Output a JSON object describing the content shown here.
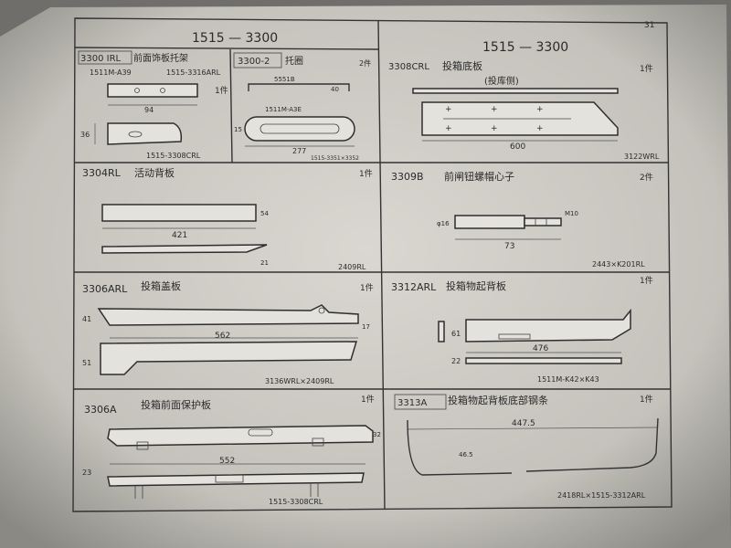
{
  "page_number": "31",
  "header": {
    "left": "1515 — 3300",
    "right": "1515 — 3300"
  },
  "cells": [
    {
      "code": "3300 IRL",
      "title": "前面饰板托架",
      "qty": "1件",
      "labels": {
        "a": "1511M-A39",
        "b": "1515-3316ARL",
        "dim_w": "94",
        "dim_h": "36",
        "footer": "1515-3308CRL"
      }
    },
    {
      "code": "3300-2",
      "title": "托圈",
      "qty": "2件",
      "labels": {
        "a": "5551B",
        "b": "1511M-A3E",
        "dim_w": "277",
        "dim_h": "40",
        "dim_v": "15",
        "footer": "1515-3351×3352"
      }
    },
    {
      "code": "3308CRL",
      "title": "投箱底板",
      "subtitle": "(投库侧)",
      "qty": "1件",
      "labels": {
        "dim_w": "600",
        "footer": "3122WRL"
      }
    },
    {
      "code": "3304RL",
      "title": "活动背板",
      "qty": "1件",
      "labels": {
        "dim_w": "421",
        "dim_h1": "54",
        "dim_h2": "21",
        "footer": "2409RL"
      }
    },
    {
      "code": "3309B",
      "title": "前闸钮螺帽心子",
      "qty": "2件",
      "labels": {
        "dim_w": "73",
        "dim_d1": "φ16",
        "dim_d2": "M10",
        "footer": "2443×K201RL"
      }
    },
    {
      "code": "3306ARL",
      "title": "投箱盖板",
      "qty": "1件",
      "labels": {
        "dim_w": "562",
        "dim_h1": "41",
        "dim_h2": "51",
        "dim_v": "17",
        "footer": "3136WRL×2409RL"
      }
    },
    {
      "code": "3312ARL",
      "title": "投箱物起背板",
      "qty": "1件",
      "labels": {
        "dim_w": "476",
        "dim_h1": "61",
        "dim_h2": "22",
        "footer": "1511M-K42×K43"
      }
    },
    {
      "code": "3306A",
      "title": "投箱前面保护板",
      "qty": "1件",
      "labels": {
        "dim_w": "552",
        "dim_h1": "23",
        "dim_v": "32",
        "footer": "1515-3308CRL"
      }
    },
    {
      "code": "3313A",
      "title": "投箱物起背板底部钢条",
      "qty": "1件",
      "labels": {
        "dim_w": "447.5",
        "dim_v": "46.5",
        "footer": "2418RL×1515-3312ARL"
      }
    }
  ]
}
